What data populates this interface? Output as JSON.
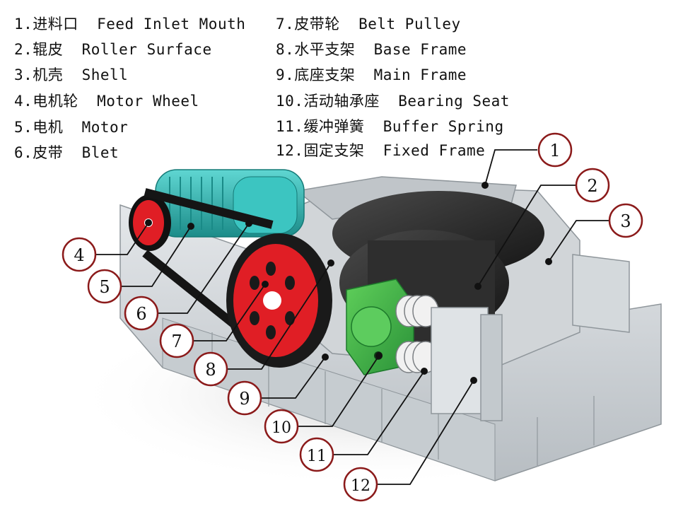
{
  "legend": [
    {
      "num": "1.",
      "zh": "进料口",
      "en": "Feed Inlet Mouth"
    },
    {
      "num": "2.",
      "zh": "辊皮",
      "en": "Roller Surface"
    },
    {
      "num": "3.",
      "zh": "机壳",
      "en": "Shell"
    },
    {
      "num": "4.",
      "zh": "电机轮",
      "en": "Motor Wheel"
    },
    {
      "num": "5.",
      "zh": "电机",
      "en": "Motor"
    },
    {
      "num": "6.",
      "zh": "皮带",
      "en": "Blet"
    },
    {
      "num": "7.",
      "zh": "皮带轮",
      "en": "Belt Pulley"
    },
    {
      "num": "8.",
      "zh": "水平支架",
      "en": "Base Frame"
    },
    {
      "num": "9.",
      "zh": "底座支架",
      "en": "Main Frame"
    },
    {
      "num": "10.",
      "zh": "活动轴承座",
      "en": "Bearing Seat"
    },
    {
      "num": "11.",
      "zh": "缓冲弹簧",
      "en": "Buffer Spring"
    },
    {
      "num": "12.",
      "zh": "固定支架",
      "en": "Fixed Frame"
    }
  ],
  "callouts": [
    "1",
    "2",
    "3",
    "4",
    "5",
    "6",
    "7",
    "8",
    "9",
    "10",
    "11",
    "12"
  ],
  "colors": {
    "callout_ring": "#8b1a1a",
    "leader": "#111111",
    "frame": "#c9ced2",
    "motor": "#2fb3b0",
    "pulley": "#e01e25",
    "roller": "#2a2a2a",
    "bearing_seat": "#3cb04a",
    "spring": "#e8e8e8"
  }
}
